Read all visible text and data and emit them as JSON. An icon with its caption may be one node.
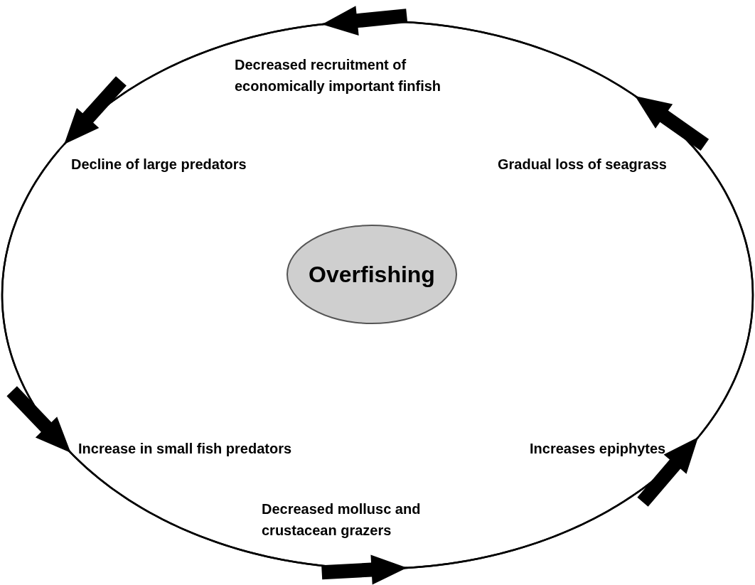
{
  "diagram": {
    "nodes": [
      {
        "text": [
          "Decreased recruitment of economically important finfish"
        ]
      },
      {
        "text": [
          "Decline of large predators"
        ]
      },
      {
        "text": [
          "Gradual loss of seagrass"
        ]
      },
      {
        "text": [
          "Overfishing"
        ]
      },
      {
        "text": [
          "Increase in small fish predators"
        ]
      },
      {
        "text": [
          "Increases epiphytes"
        ]
      },
      {
        "text": [
          "Decreased mollusc and crustacean grazers"
        ]
      }
    ],
    "edges": [
      {
        "from": 1,
        "to": 4,
        "arrow": "to"
      },
      {
        "from": 4,
        "to": 6,
        "arrow": "to"
      },
      {
        "from": 6,
        "to": 5,
        "arrow": "to"
      },
      {
        "from": 5,
        "to": 2,
        "arrow": "to"
      },
      {
        "from": 2,
        "to": 0,
        "arrow": "to"
      },
      {
        "from": 0,
        "to": 1,
        "arrow": "to"
      }
    ]
  }
}
